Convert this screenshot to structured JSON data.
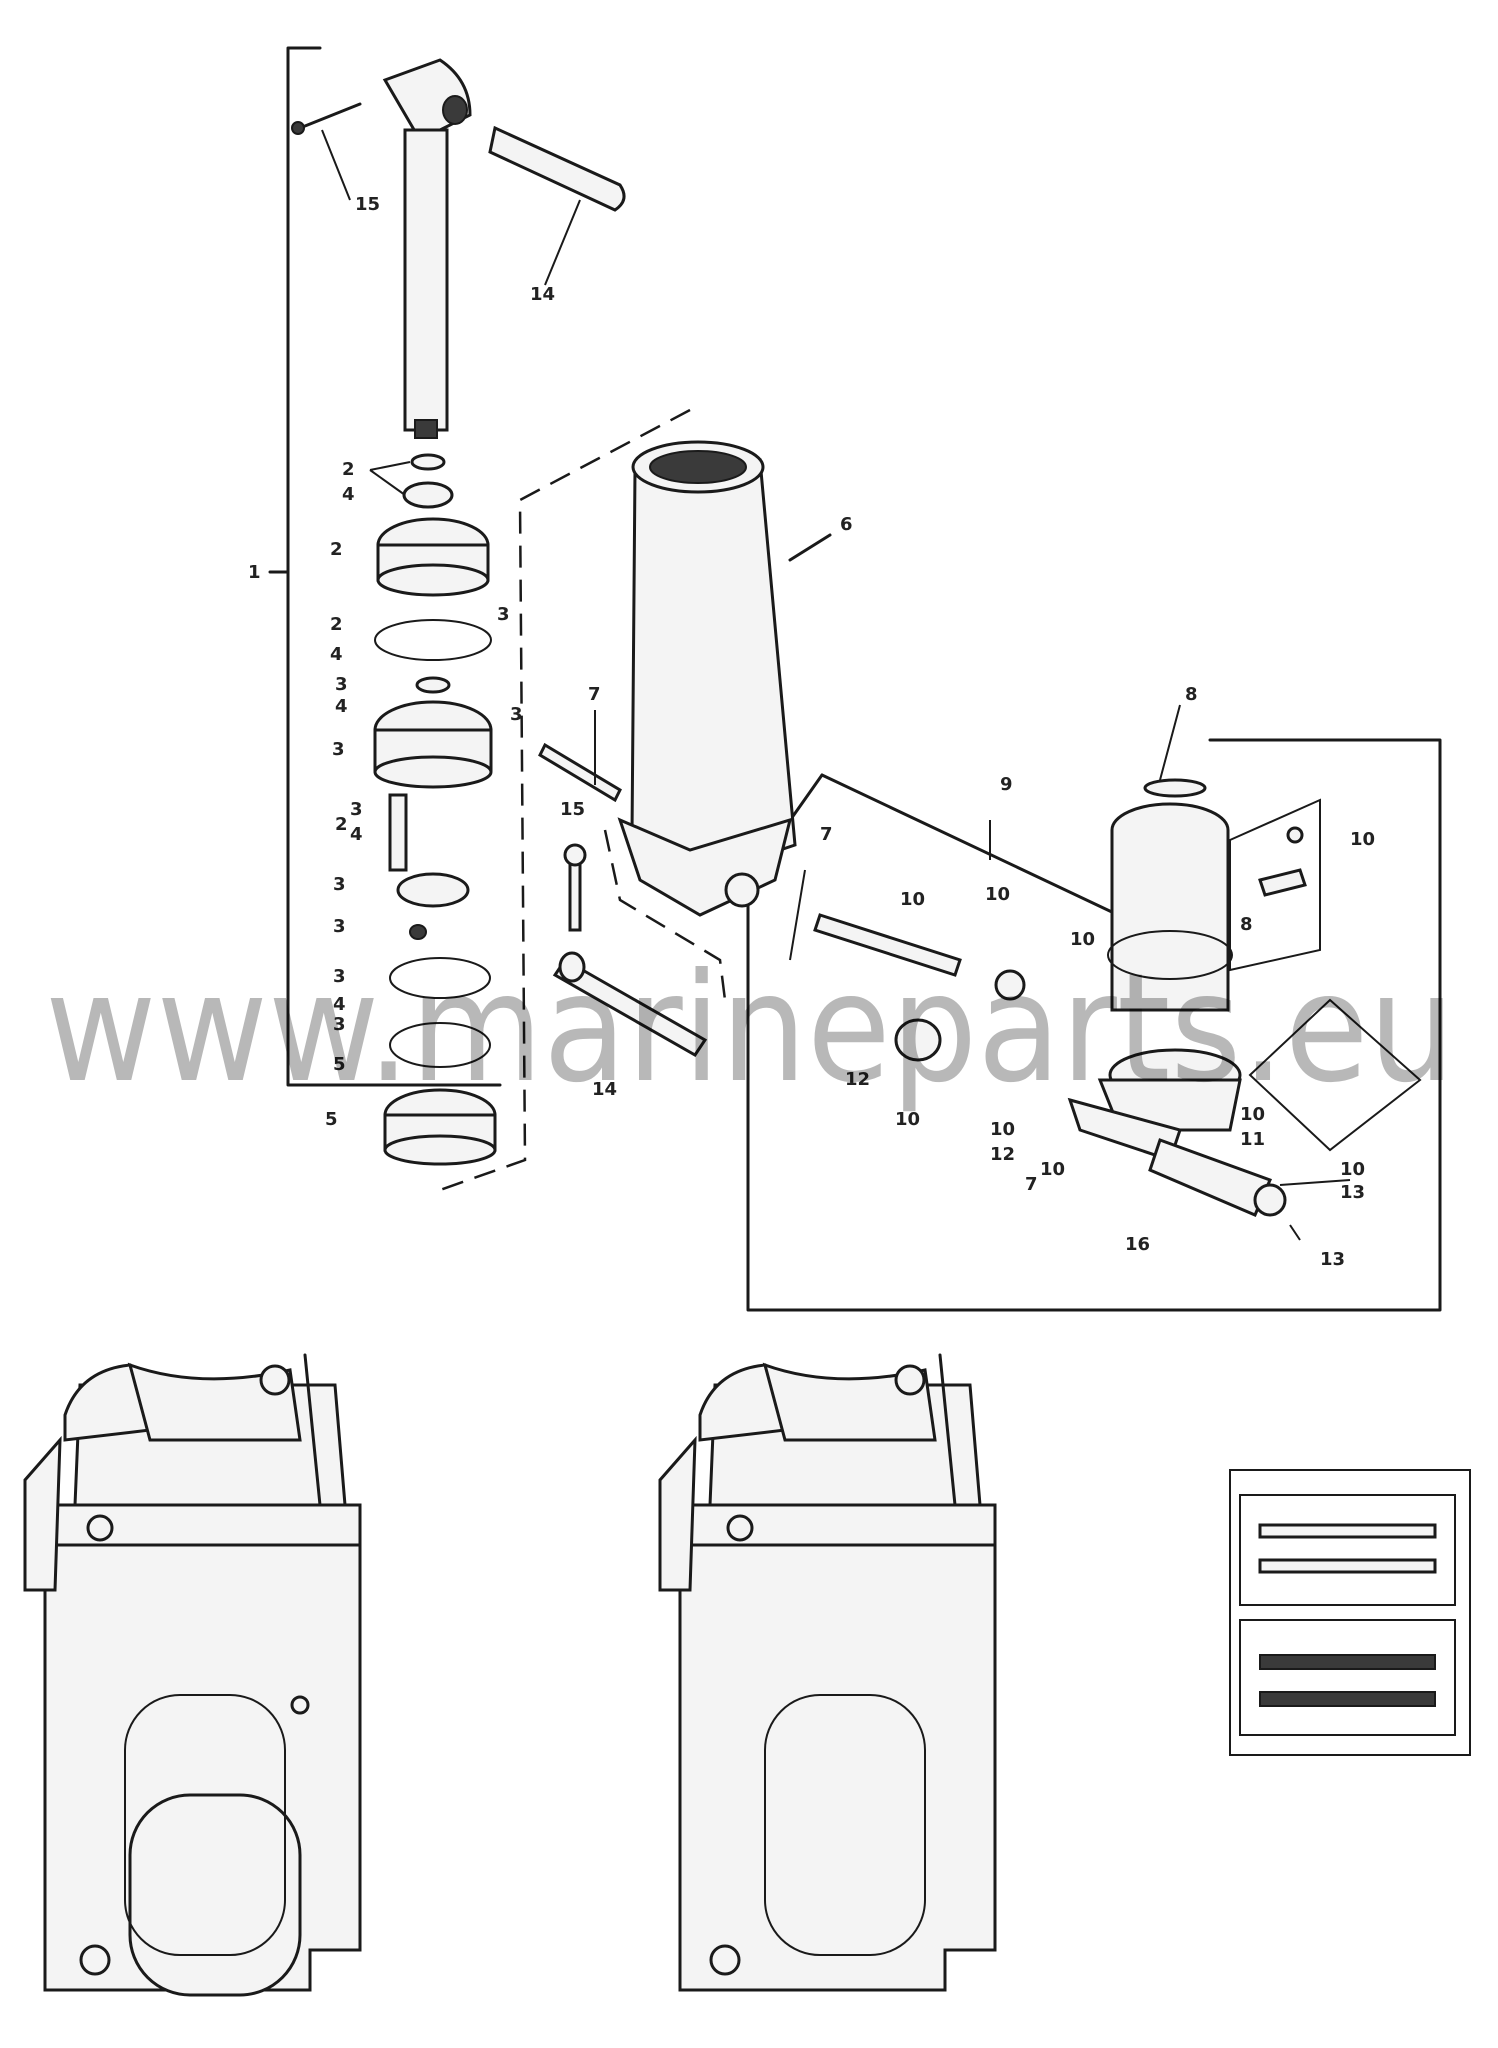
{
  "watermark": "www.marineparts.eu",
  "labels": [
    "1",
    "2",
    "2",
    "2",
    "2",
    "3",
    "3",
    "3",
    "3",
    "3",
    "3",
    "3",
    "3",
    "3",
    "4",
    "4",
    "4",
    "4",
    "4",
    "5",
    "5",
    "6",
    "7",
    "7",
    "7",
    "8",
    "8",
    "9",
    "10",
    "10",
    "10",
    "10",
    "10",
    "10",
    "10",
    "10",
    "10",
    "11",
    "12",
    "12",
    "13",
    "13",
    "14",
    "14",
    "15",
    "15",
    "16"
  ]
}
